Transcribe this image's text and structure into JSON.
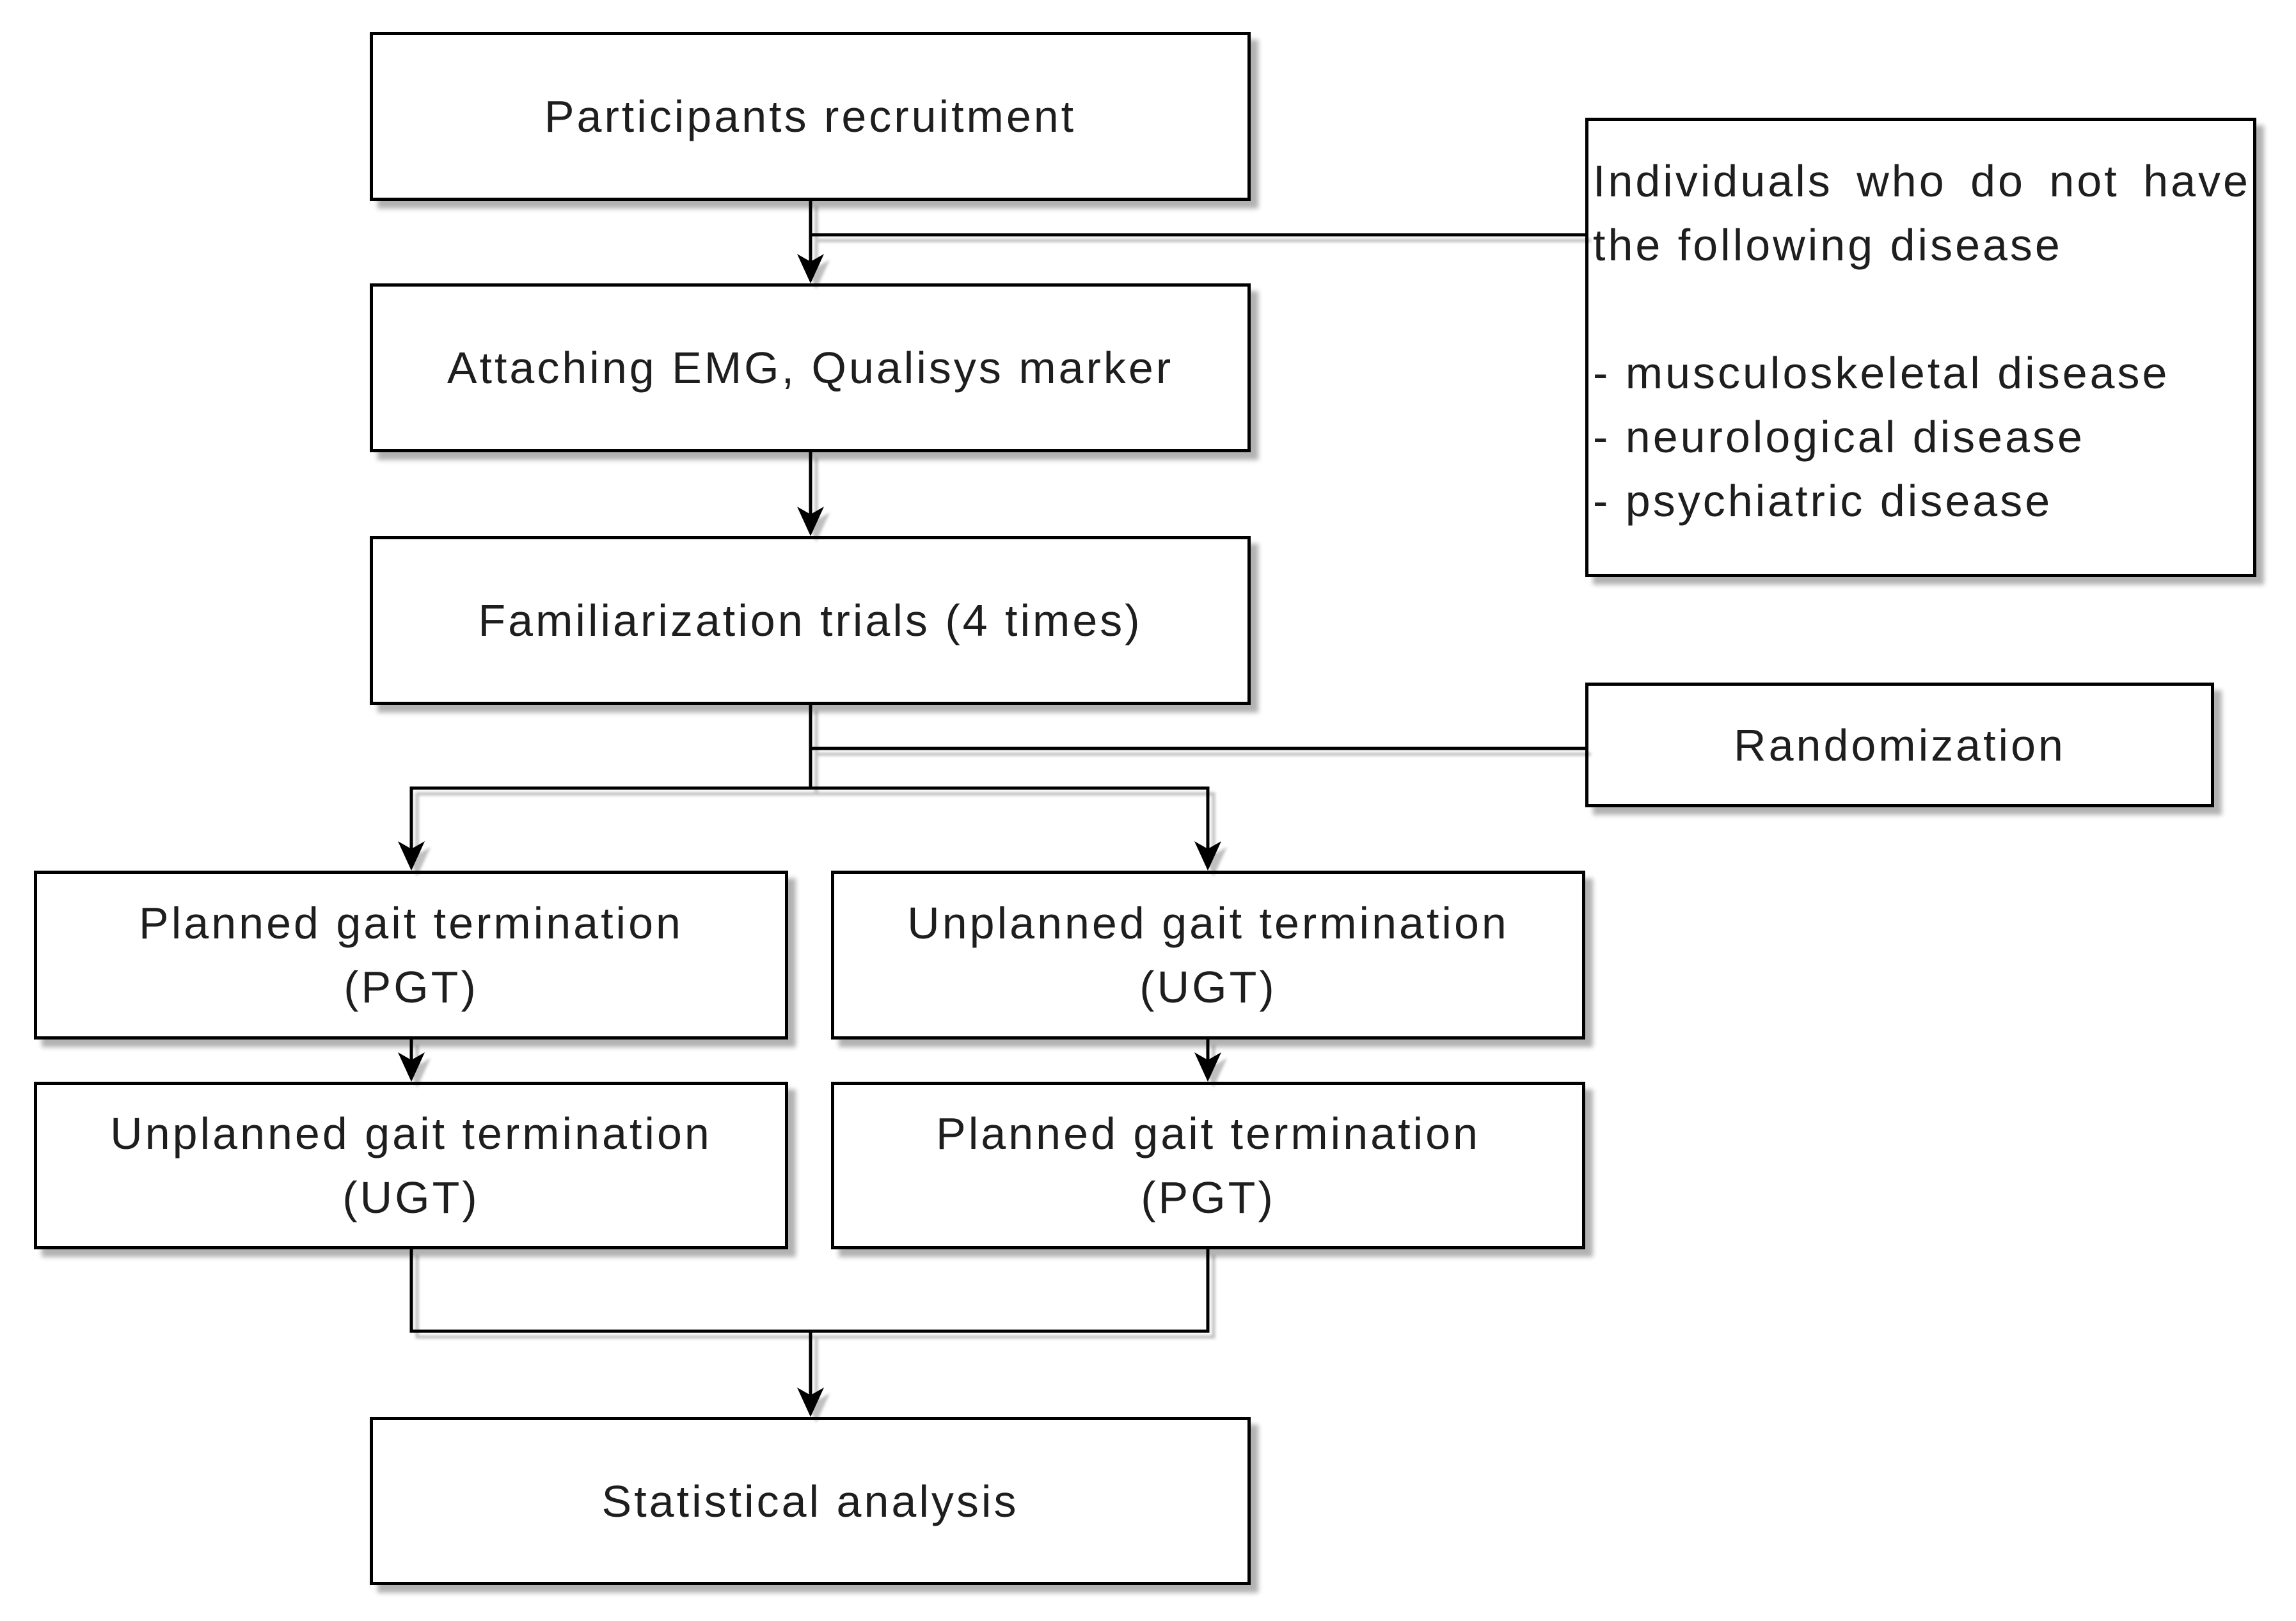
{
  "diagram": {
    "steps": {
      "recruitment": "Participants recruitment",
      "attaching": "Attaching EMG, Qualisys marker",
      "familiarization": "Familiarization trials (4 times)",
      "analysis": "Statistical analysis"
    },
    "criteria": {
      "intro": "Individuals who do not have the following disease",
      "items": [
        "- musculoskeletal disease",
        "- neurological disease",
        "- psychiatric disease"
      ]
    },
    "randomization": "Randomization",
    "sequence_a": [
      {
        "title": "Planned gait termination",
        "abbr": "(PGT)"
      },
      {
        "title": "Unplanned gait termination",
        "abbr": "(UGT)"
      }
    ],
    "sequence_b": [
      {
        "title": "Unplanned gait termination",
        "abbr": "(UGT)"
      },
      {
        "title": "Planned gait termination",
        "abbr": "(PGT)"
      }
    ]
  },
  "colors": {
    "box_border": "#000000",
    "box_fill": "#ffffff",
    "text": "#1e1e1e",
    "connector": "#000000"
  }
}
